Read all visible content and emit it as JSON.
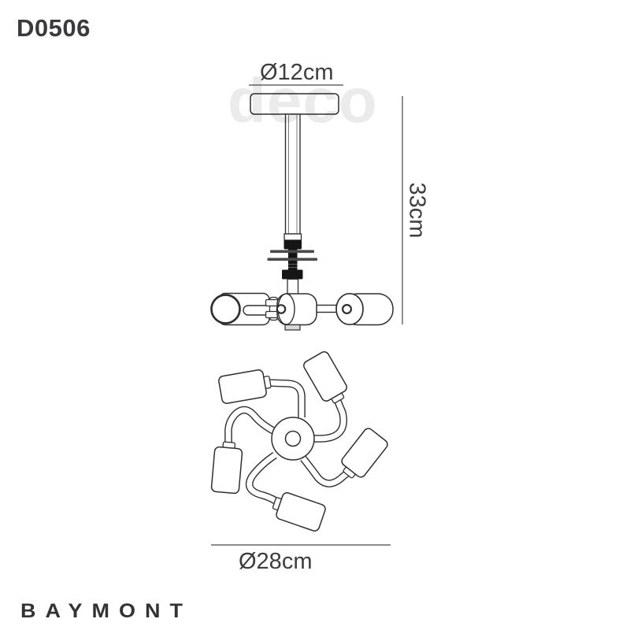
{
  "page": {
    "product_code": "D0506",
    "brand": "BAYMONT",
    "watermark": "deco"
  },
  "side_view": {
    "plate_diameter_label": "Ø12cm",
    "height_label": "33cm"
  },
  "top_view": {
    "diameter_label": "Ø28cm"
  },
  "colors": {
    "line": "#2f2f2f",
    "dimension_line": "#7d7d7d",
    "text": "#3a3a3c",
    "black_fill": "#151515",
    "disc_fill": "#4a4a4a",
    "watermark": "#ebebeb"
  }
}
